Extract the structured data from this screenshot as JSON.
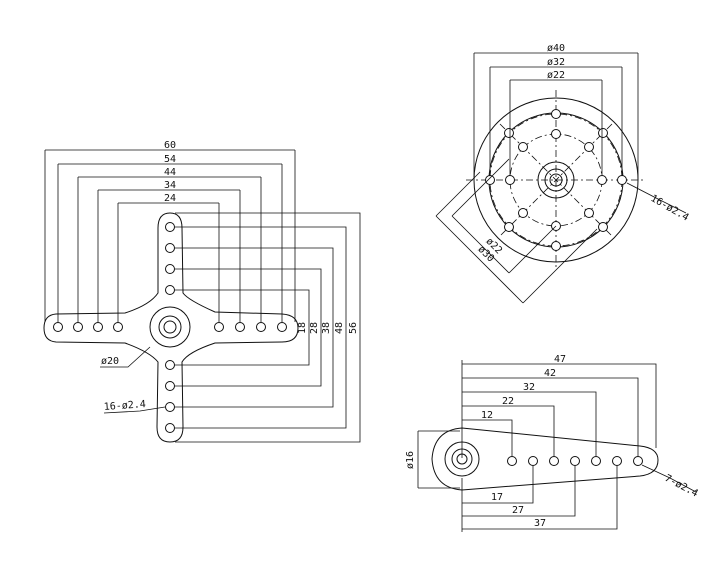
{
  "cross_horn": {
    "horizontal_dims": [
      "60",
      "54",
      "44",
      "34",
      "24"
    ],
    "vertical_dims": [
      "18",
      "28",
      "38",
      "48",
      "56"
    ],
    "hub_label": "ø20",
    "hole_label": "16-ø2.4"
  },
  "disc_horn": {
    "top_dims": [
      "ø40",
      "ø32",
      "ø22"
    ],
    "diag_dims": [
      "ø22",
      "ø30"
    ],
    "hole_label": "16-ø2.4"
  },
  "arm_horn": {
    "top_dims": [
      "47",
      "42",
      "32",
      "22",
      "12"
    ],
    "bottom_dims": [
      "17",
      "27",
      "37"
    ],
    "hub_label": "ø16",
    "hole_label": "7-ø2.4"
  }
}
